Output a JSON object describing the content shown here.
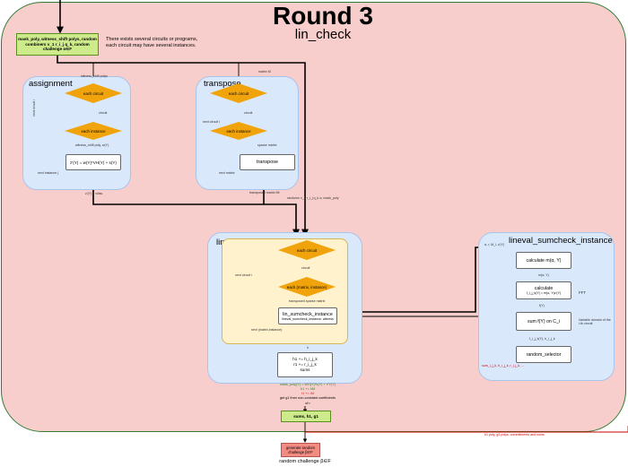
{
  "header": {
    "round": "Round 3",
    "subtitle": "lin_check"
  },
  "inputs_box": {
    "label": "mask_poly, witness_shift polys, random combiners v_1 r_i_j q_k, random challenge α∈F"
  },
  "instances_note": "There exists several circuits or programs, each circuit may have several instances.",
  "assignment": {
    "title": "assignment",
    "in_label": "witness_shift polys",
    "each_circuit": "each circuit",
    "circuit_label": "circuit",
    "each_instance": "each instance",
    "witness_label": "witness_shift poly, w(Y)",
    "formula": "z'(Y) = w(Y)*VH(Y) + s(Y)",
    "next_instance": "next instance j",
    "next_circuit": "next circuit i",
    "out_label": "z'(Y) + witss"
  },
  "transpose": {
    "title": "transpose",
    "in_label": "matrix M",
    "each_circuit": "each circuit",
    "circuit_label": "circuit",
    "each_instance": "each instance",
    "sparse_label": "sparse matrix",
    "action": "transpose",
    "next_matrix": "next matrix",
    "next_circuit": "next circuit i",
    "out_label": "transposed matrix Mt"
  },
  "merge_label": "randoms v_1 r_i_j q_k α, mask_poly",
  "lin_sumcheck": {
    "title": "lin_sumcheck",
    "each_circuit": "each circuit",
    "circuit_label": "circuit",
    "each_pair": "each (matrix, instance)",
    "tsm_label": "transposed sparse matrix",
    "instance_name": "lin_sumcheck_instance",
    "instance_args": "lineval_sumcheck_instance, witness",
    "next_circuit": "next circuit i",
    "next_pair": "next (matrix,instance)",
    "h_label": "h",
    "sums_l1": "h1 += h_i_j_k",
    "sums_l2": "r1 += r_i_j_k",
    "sums_l3": "sums"
  },
  "lineval": {
    "title": "lineval_sumcheck_instance",
    "in_label": "α, r, M_i, z'(Y)",
    "steps": [
      "calculate m(α, Y)",
      "calculate",
      "sum f(Y) on C_i",
      "random_selector"
    ],
    "calc_sub": "f_i_j_k(Y) = m(α, Y)z'(Y)",
    "label1": "m(α, Y)",
    "label2": "f(Y)",
    "label3": "f_i_j_k(Y), h_i_j_k",
    "fft": "FFT",
    "domain_note": "Variable domain of the i-th circuit.",
    "out_label": "sum_i_j_k, h_i_j_k, r_i_j_k, ..."
  },
  "mask_formula": {
    "line1": "mask_poly(Y) = WH(Y)*h(Y) + r*Y(Y)",
    "line2": "h1 += hM",
    "line3": "r1 += rM",
    "line4": "get g1 from non-constant coefficients of r"
  },
  "results_box": {
    "label": "sums, h1, g1"
  },
  "commit_label": "h1 poly, g1 polys, commitments and sums",
  "random_box": {
    "label": "generate random challenge β∈F"
  },
  "random_caption": "random challenge β∈F",
  "colors": {
    "background": "#f8cecc",
    "panel": "#dae8fc",
    "diamond": "#f0a30a",
    "yellow": "#fff2cc",
    "green": "#cdeb8b",
    "red_box": "#f28b82",
    "connector": "#000000",
    "red_line": "#cc0000",
    "formula_green": "#2e7d32",
    "formula_red": "#c62828"
  }
}
